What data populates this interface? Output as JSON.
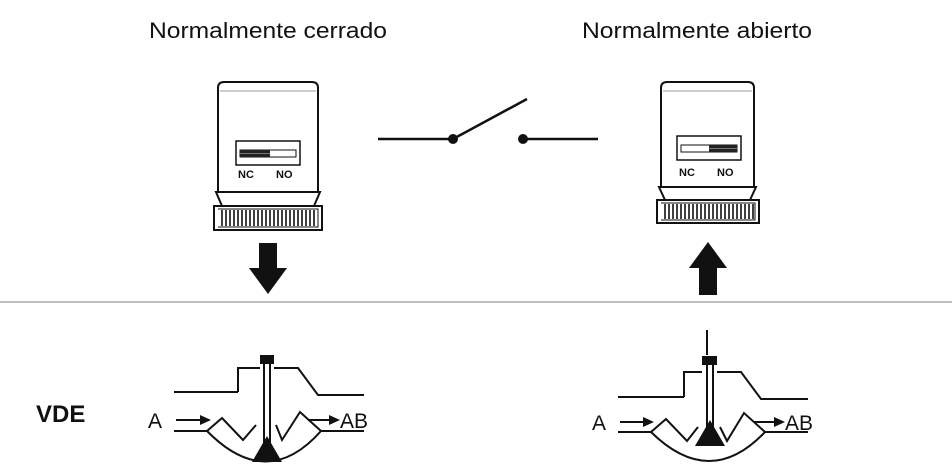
{
  "titles": {
    "left": "Normalmente cerrado",
    "right": "Normalmente abierto"
  },
  "actuator_switch": {
    "nc_label": "NC",
    "no_label": "NO"
  },
  "valve_label": "VDE",
  "ports": {
    "inlet": "A",
    "outlet": "AB"
  },
  "arrows": {
    "left_actuator": "down",
    "right_actuator": "up"
  },
  "colors": {
    "line": "#111111",
    "separator": "#bdbdbd",
    "background": "#ffffff"
  }
}
